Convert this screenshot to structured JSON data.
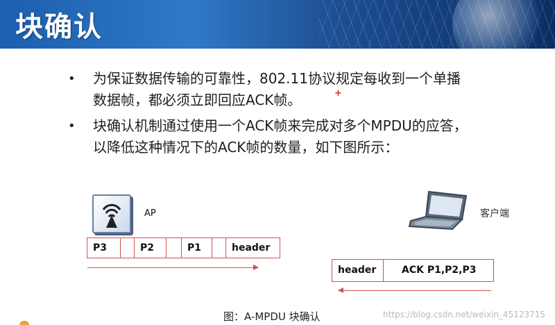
{
  "slide": {
    "title": "块确认",
    "bullets": [
      {
        "lines": [
          "为保证数据传输的可靠性，802.11协议规定每收到一个单播",
          "数据帧，都必须立即回应ACK帧。"
        ]
      },
      {
        "lines": [
          "块确认机制通过使用一个ACK帧来完成对多个MPDU的应答，",
          "以降低这种情况下的ACK帧的数量，如下图所示："
        ]
      }
    ],
    "bullet_marker": "•",
    "red_mark": "+"
  },
  "diagram": {
    "ap_label": "AP",
    "ap_icon": "wireless-access-point-icon",
    "client_label": "客户端",
    "client_icon": "laptop-icon",
    "ap_frames": [
      "P3",
      "",
      "P2",
      "",
      "P1",
      "",
      "header"
    ],
    "client_frames": [
      "header",
      "ACK P1,P2,P3"
    ],
    "caption": "图：A-MPDU 块确认"
  },
  "watermark": "https://blog.csdn.net/weixin_45123715",
  "colors": {
    "banner": "#1b5fae",
    "frame_border": "#d05050",
    "red_mark": "#e02020"
  }
}
